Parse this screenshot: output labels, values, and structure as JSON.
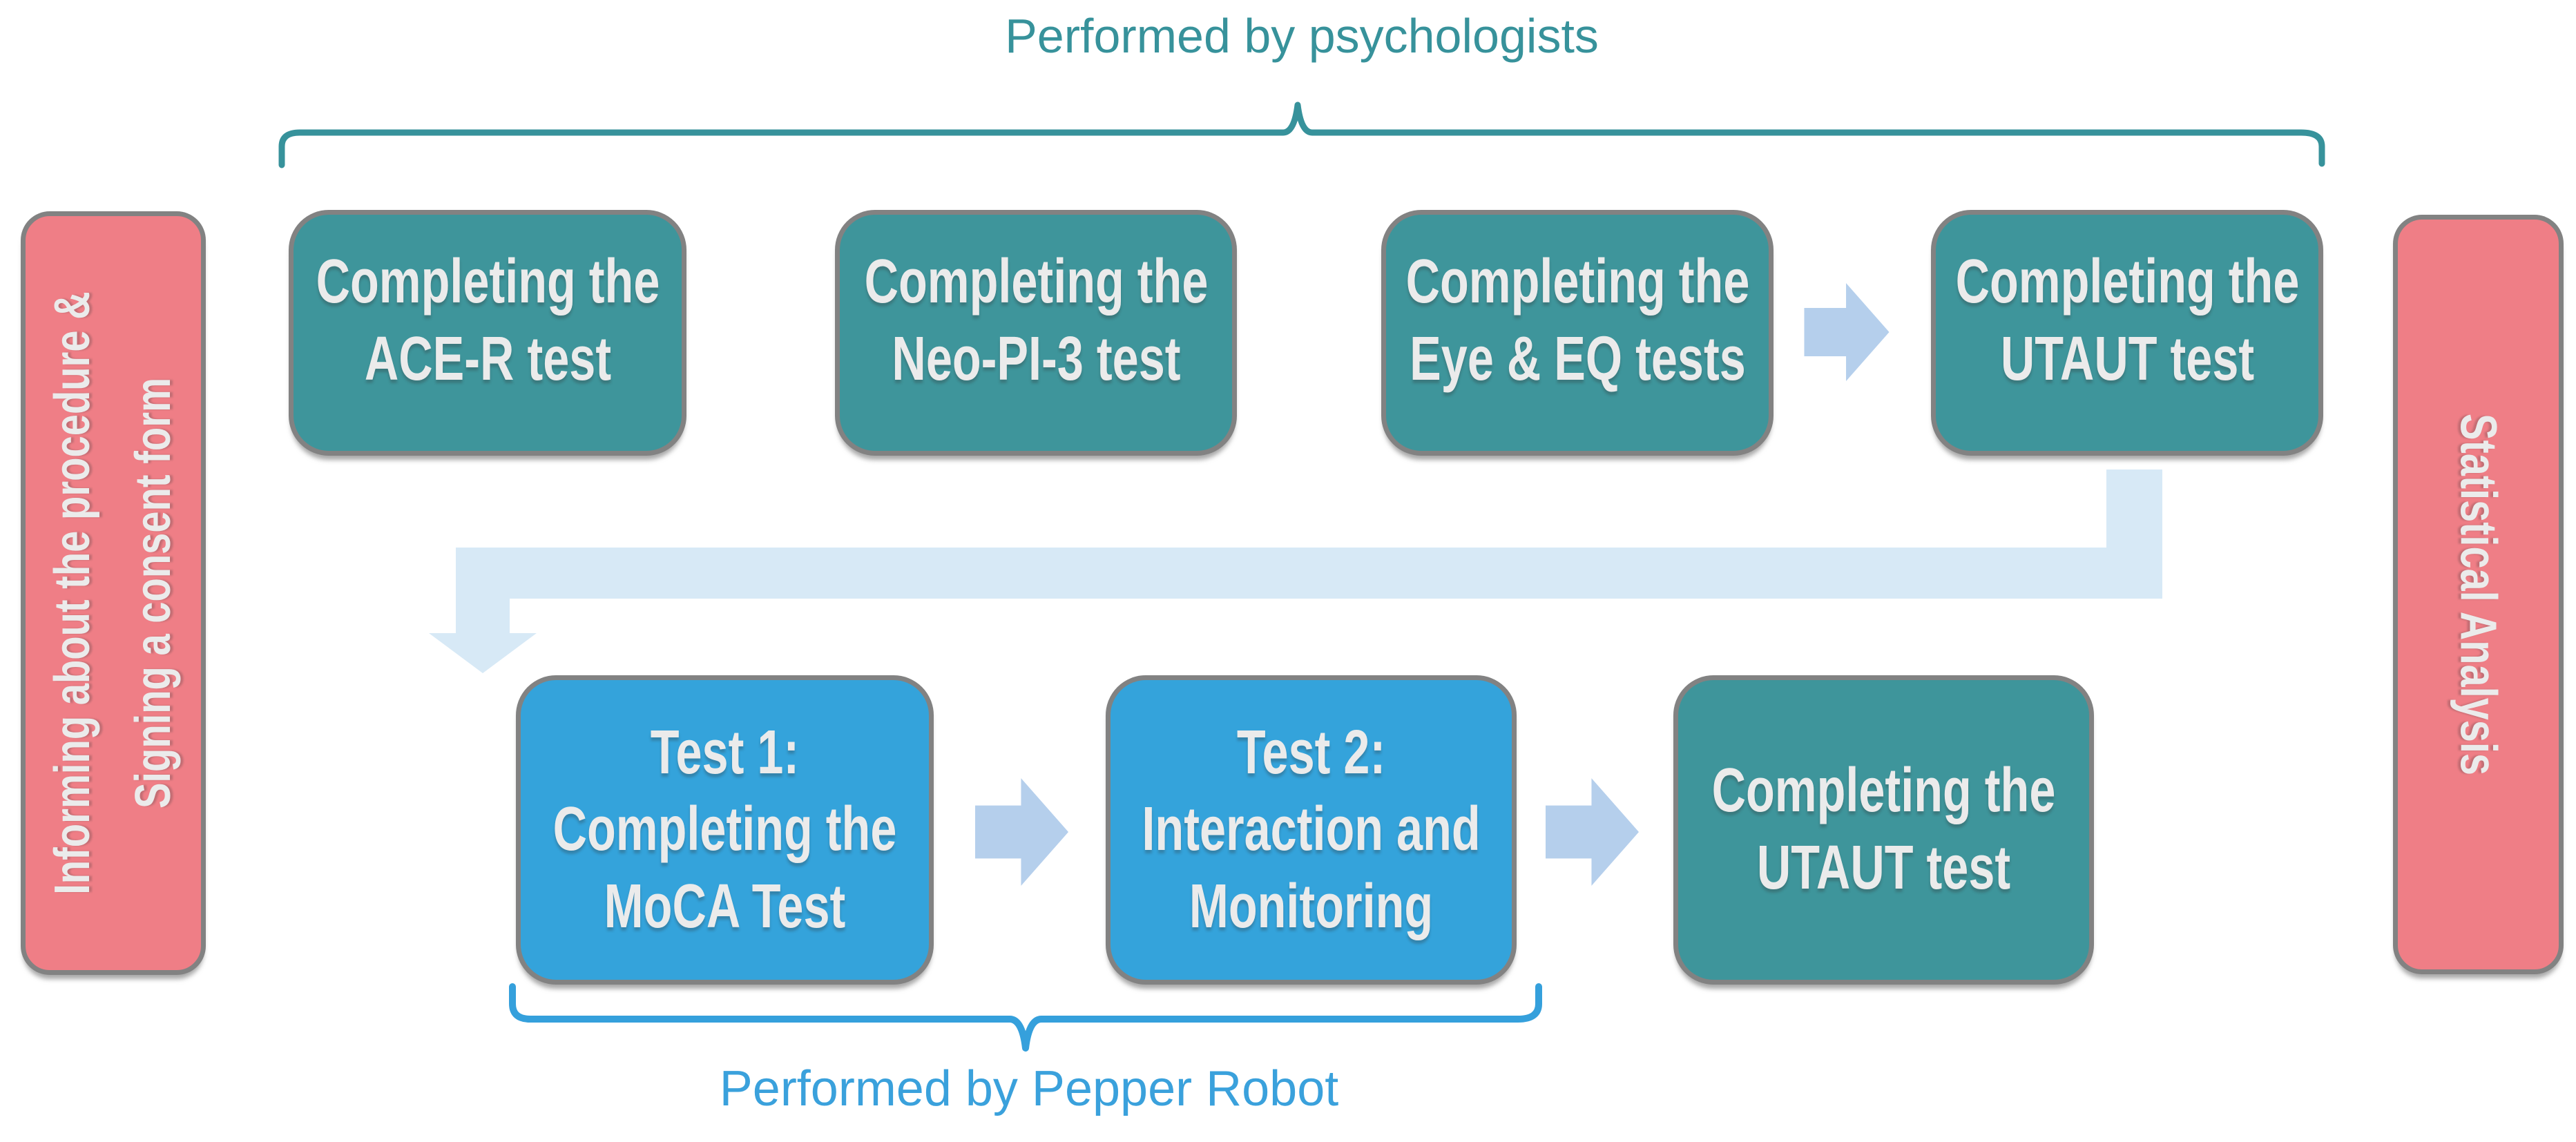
{
  "diagram": {
    "top_group_label": "Performed by psychologists",
    "bottom_group_label": "Performed by Pepper Robot",
    "left_box": {
      "lines": [
        "Informing about the procedure &",
        "Signing a consent form"
      ]
    },
    "right_box": {
      "lines": [
        "Statistical Analysis"
      ]
    },
    "top_row": [
      {
        "lines": [
          "Completing the",
          "ACE-R test"
        ]
      },
      {
        "lines": [
          "Completing the",
          "Neo-PI-3 test"
        ]
      },
      {
        "lines": [
          "Completing the",
          "Eye & EQ tests"
        ]
      },
      {
        "lines": [
          "Completing the",
          "UTAUT test"
        ]
      }
    ],
    "bottom_row": [
      {
        "lines": [
          "Test 1:",
          "Completing the",
          "MoCA Test"
        ]
      },
      {
        "lines": [
          "Test 2:",
          "Interaction and",
          "Monitoring"
        ]
      },
      {
        "lines": [
          "Completing the",
          "UTAUT test"
        ]
      }
    ],
    "colors": {
      "teal_box": "#3e959b",
      "blue_box": "#34a3db",
      "pink_box": "#ef7e86",
      "box_border": "#828282",
      "box_text": "#ebebeb",
      "teal_label_text": "#37929b",
      "blue_label_text": "#3aa1dc",
      "flow_arrow": "#d7e9f6",
      "chevron_arrow": "#b5cfec"
    }
  }
}
